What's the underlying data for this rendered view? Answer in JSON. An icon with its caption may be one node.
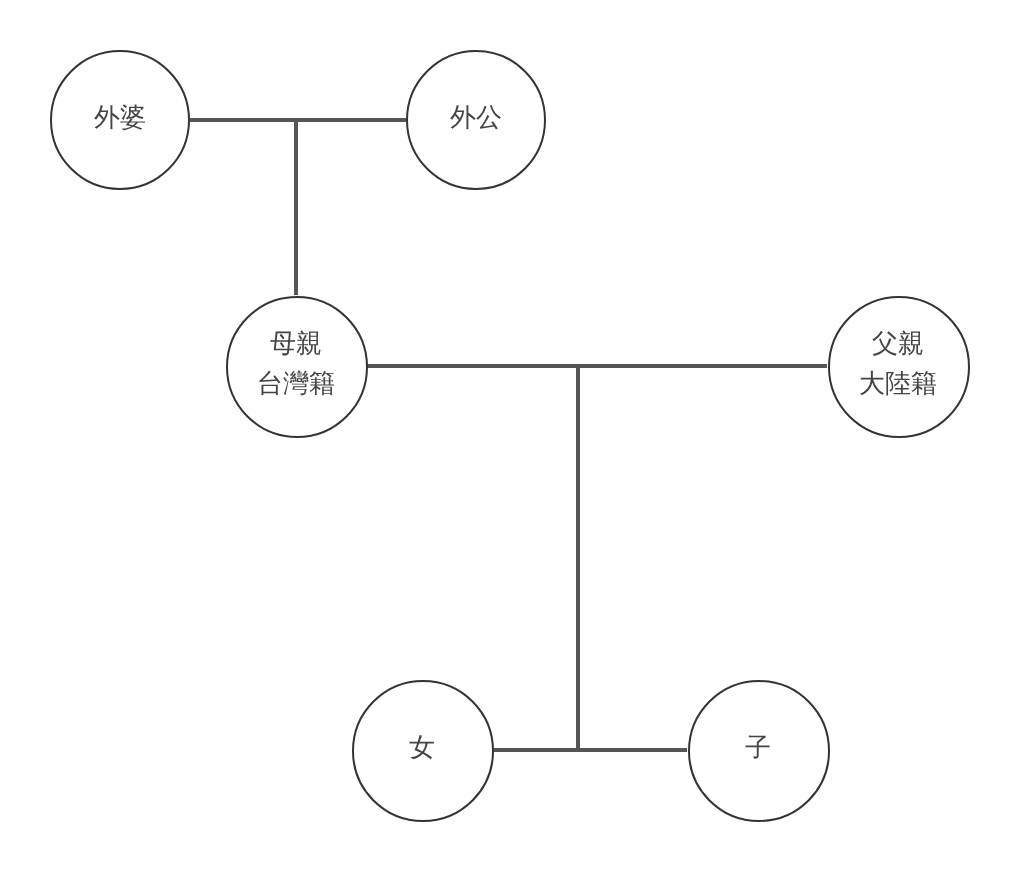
{
  "diagram": {
    "nodes": [
      {
        "text": [
          "外婆"
        ]
      },
      {
        "text": [
          "外公"
        ]
      },
      {
        "text": [
          "母親",
          "台灣籍"
        ]
      },
      {
        "text": [
          "父親",
          "大陸籍"
        ]
      },
      {
        "text": [
          "女"
        ]
      },
      {
        "text": [
          "子"
        ]
      }
    ],
    "edges": [
      {
        "from": 0,
        "to": 1,
        "arrow": "none"
      },
      {
        "from": 0,
        "to": 2,
        "arrow": "none"
      },
      {
        "from": 1,
        "to": 2,
        "arrow": "none"
      },
      {
        "from": 2,
        "to": 3,
        "arrow": "none"
      },
      {
        "from": 2,
        "to": 4,
        "arrow": "none"
      },
      {
        "from": 2,
        "to": 5,
        "arrow": "none"
      },
      {
        "from": 3,
        "to": 4,
        "arrow": "none"
      },
      {
        "from": 3,
        "to": 5,
        "arrow": "none"
      },
      {
        "from": 4,
        "to": 5,
        "arrow": "none"
      }
    ]
  }
}
